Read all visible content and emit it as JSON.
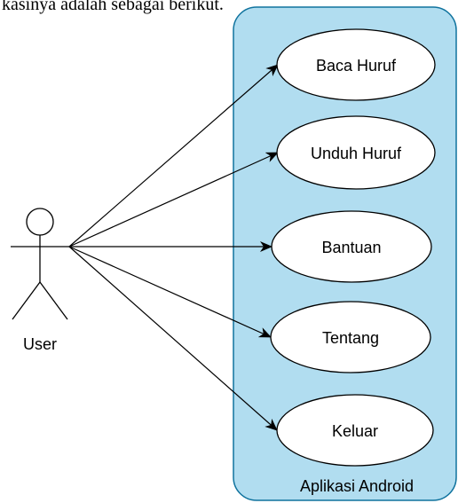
{
  "caption": "kasinya adalah sebagai berikut.",
  "diagram": {
    "actor": {
      "label": "User"
    },
    "system_boundary": {
      "label": "Aplikasi Android",
      "fill": "#b1ddf0",
      "stroke": "#10739e"
    },
    "use_cases": [
      {
        "label": "Baca Huruf"
      },
      {
        "label": "Unduh Huruf"
      },
      {
        "label": "Bantuan"
      },
      {
        "label": "Tentang"
      },
      {
        "label": "Keluar"
      }
    ],
    "edge_color": "#000000"
  }
}
